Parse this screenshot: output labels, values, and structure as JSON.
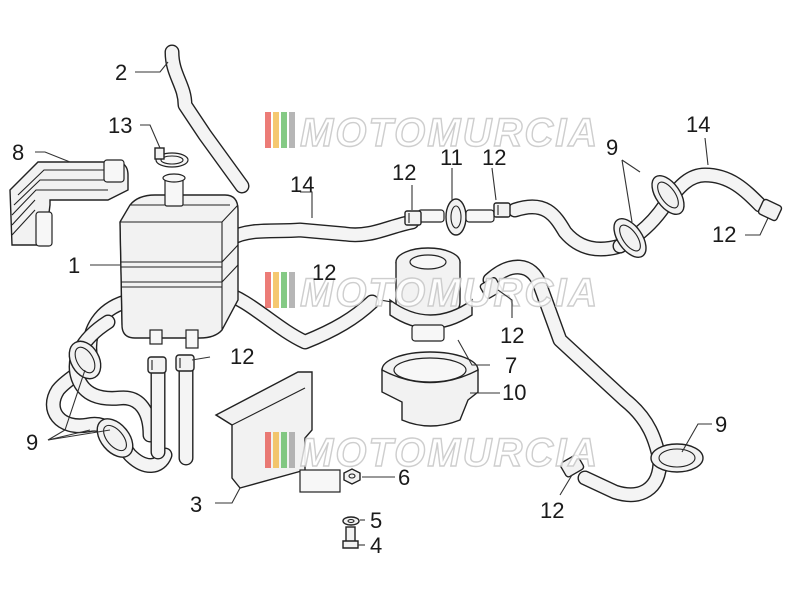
{
  "watermark": {
    "text": "MOTOMURCIA",
    "stripe_colors": [
      "#e6504a",
      "#f2b640",
      "#5cb85c",
      "#9e9e9e"
    ]
  },
  "callouts": {
    "c1": "1",
    "c2": "2",
    "c3": "3",
    "c4": "4",
    "c5": "5",
    "c6": "6",
    "c7": "7",
    "c8": "8",
    "c9a": "9",
    "c9b": "9",
    "c9c": "9",
    "c10": "10",
    "c11": "11",
    "c12a": "12",
    "c12b": "12",
    "c12c": "12",
    "c12d": "12",
    "c12e": "12",
    "c12f": "12",
    "c12g": "12",
    "c13": "13",
    "c14a": "14",
    "c14b": "14"
  }
}
